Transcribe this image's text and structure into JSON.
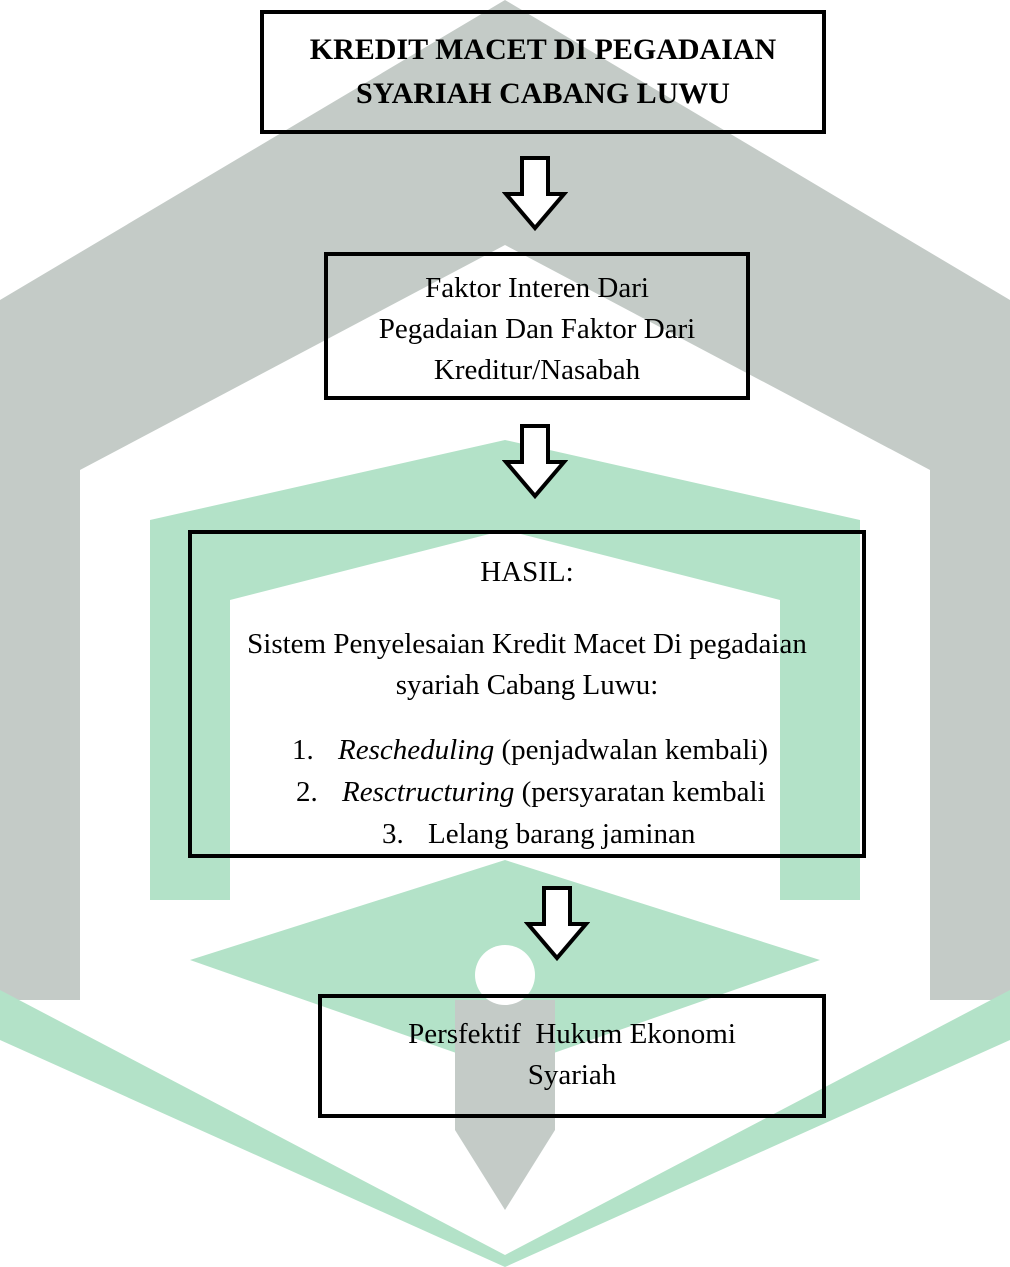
{
  "diagram": {
    "title": {
      "line1": "KREDIT MACET DI PEGADAIAN",
      "line2": "SYARIAH CABANG LUWU"
    },
    "factors": {
      "line1": "Faktor Interen Dari",
      "line2": "Pegadaian Dan Faktor Dari",
      "line3": "Kreditur/Nasabah"
    },
    "result": {
      "heading": "HASIL:",
      "description_line1": "Sistem Penyelesaian Kredit Macet Di pegadaian",
      "description_line2": "syariah Cabang Luwu:",
      "items": [
        {
          "number": "1.",
          "term": "Rescheduling",
          "detail": " (penjadwalan kembali)"
        },
        {
          "number": "2.",
          "term": "Resctructuring",
          "detail": " (persyaratan kembali"
        },
        {
          "number": "3.",
          "term": "",
          "detail": "Lelang barang jaminan"
        }
      ]
    },
    "perspective": {
      "line1": "Persfektif  Hukum Ekonomi",
      "line2": "Syariah"
    },
    "colors": {
      "watermark_gray": "#c4cbc7",
      "watermark_green": "#b3e2c8",
      "border": "#000000"
    }
  }
}
